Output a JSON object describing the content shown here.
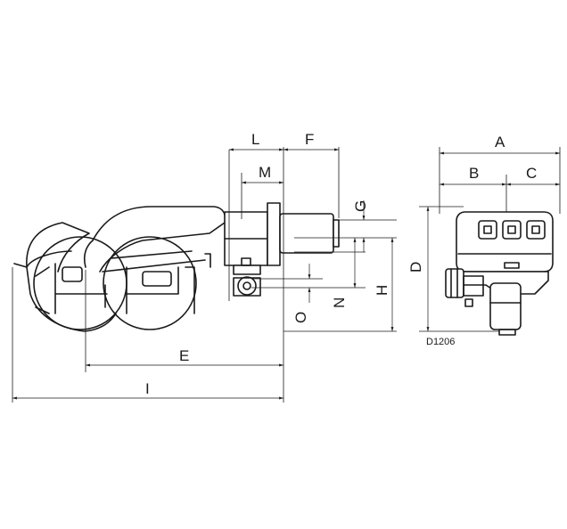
{
  "drawing_code": "D1206",
  "dimension_labels": {
    "A": "A",
    "B": "B",
    "C": "C",
    "D": "D",
    "E": "E",
    "F": "F",
    "G": "G",
    "H": "H",
    "I": "I",
    "L": "L",
    "M": "M",
    "N": "N",
    "O": "O"
  }
}
